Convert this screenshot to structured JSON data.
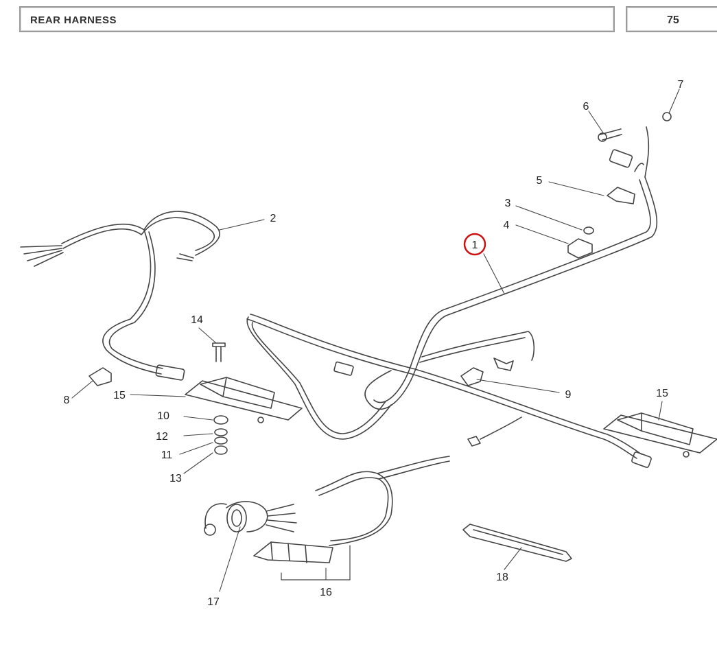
{
  "header": {
    "title": "REAR HARNESS",
    "page_number": "75"
  },
  "highlight": {
    "color": "#cc1111",
    "item": "1"
  },
  "callouts": [
    {
      "id": "c1",
      "label": "1"
    },
    {
      "id": "c2",
      "label": "2"
    },
    {
      "id": "c3",
      "label": "3"
    },
    {
      "id": "c4",
      "label": "4"
    },
    {
      "id": "c5",
      "label": "5"
    },
    {
      "id": "c6",
      "label": "6"
    },
    {
      "id": "c7",
      "label": "7"
    },
    {
      "id": "c8",
      "label": "8"
    },
    {
      "id": "c9",
      "label": "9"
    },
    {
      "id": "c10",
      "label": "10"
    },
    {
      "id": "c11",
      "label": "11"
    },
    {
      "id": "c12",
      "label": "12"
    },
    {
      "id": "c13",
      "label": "13"
    },
    {
      "id": "c14",
      "label": "14"
    },
    {
      "id": "c15a",
      "label": "15"
    },
    {
      "id": "c15b",
      "label": "15"
    },
    {
      "id": "c16",
      "label": "16"
    },
    {
      "id": "c17",
      "label": "17"
    },
    {
      "id": "c18",
      "label": "18"
    }
  ]
}
